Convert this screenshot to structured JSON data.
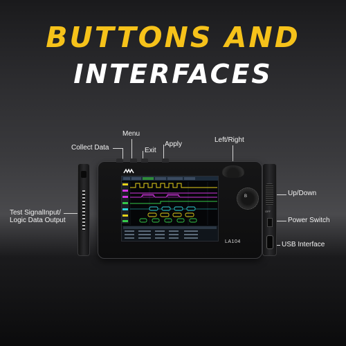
{
  "headline": {
    "line1": "BUTTONS AND",
    "line2": "INTERFACES"
  },
  "callouts": {
    "menu": "Menu",
    "collect_data": "Collect Data",
    "exit": "Exit",
    "apply": "Apply",
    "left_right": "Left/Right",
    "up_down": "Up/Down",
    "power_switch": "Power Switch",
    "usb_interface": "USB Interface",
    "test_signal_line1": "Test SignalInput/",
    "test_signal_line2": "Logic Data Output"
  },
  "device": {
    "model": "LA104",
    "wheel_label": "B",
    "switch_label": "OFF"
  },
  "colors": {
    "accent_yellow": "#f6c21a",
    "channel_yellow": "#e6d21a",
    "channel_magenta": "#d236e0",
    "channel_cyan": "#2fd3d8",
    "channel_green": "#35c94a"
  }
}
